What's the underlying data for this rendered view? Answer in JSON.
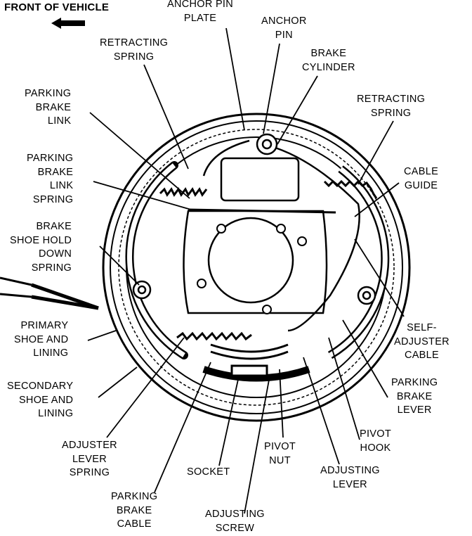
{
  "header": {
    "title": "FRONT OF VEHICLE",
    "arrow_icon": "left-arrow-icon"
  },
  "labels": {
    "anchor_pin_plate": "ANCHOR PIN\nPLATE",
    "anchor_pin": "ANCHOR\nPIN",
    "brake_cylinder": "BRAKE\nCYLINDER",
    "retracting_spring_top": "RETRACTING\nSPRING",
    "retracting_spring_right": "RETRACTING\nSPRING",
    "parking_brake_link": "PARKING\nBRAKE\nLINK",
    "parking_brake_link_spring": "PARKING\nBRAKE\nLINK\nSPRING",
    "cable_guide": "CABLE\nGUIDE",
    "brake_shoe_hold_down_spring": "BRAKE\nSHOE HOLD\nDOWN\nSPRING",
    "self_adjuster_cable": "SELF-\nADJUSTER\nCABLE",
    "primary_shoe_and_lining": "PRIMARY\nSHOE AND\nLINING",
    "parking_brake_lever": "PARKING\nBRAKE\nLEVER",
    "secondary_shoe_and_lining": "SECONDARY\nSHOE AND\nLINING",
    "pivot_hook": "PIVOT\nHOOK",
    "adjuster_lever_spring": "ADJUSTER\nLEVER\nSPRING",
    "pivot_nut": "PIVOT\nNUT",
    "socket": "SOCKET",
    "adjusting_lever": "ADJUSTING\nLEVER",
    "parking_brake_cable": "PARKING\nBRAKE\nCABLE",
    "adjusting_screw": "ADJUSTING\nSCREW"
  }
}
